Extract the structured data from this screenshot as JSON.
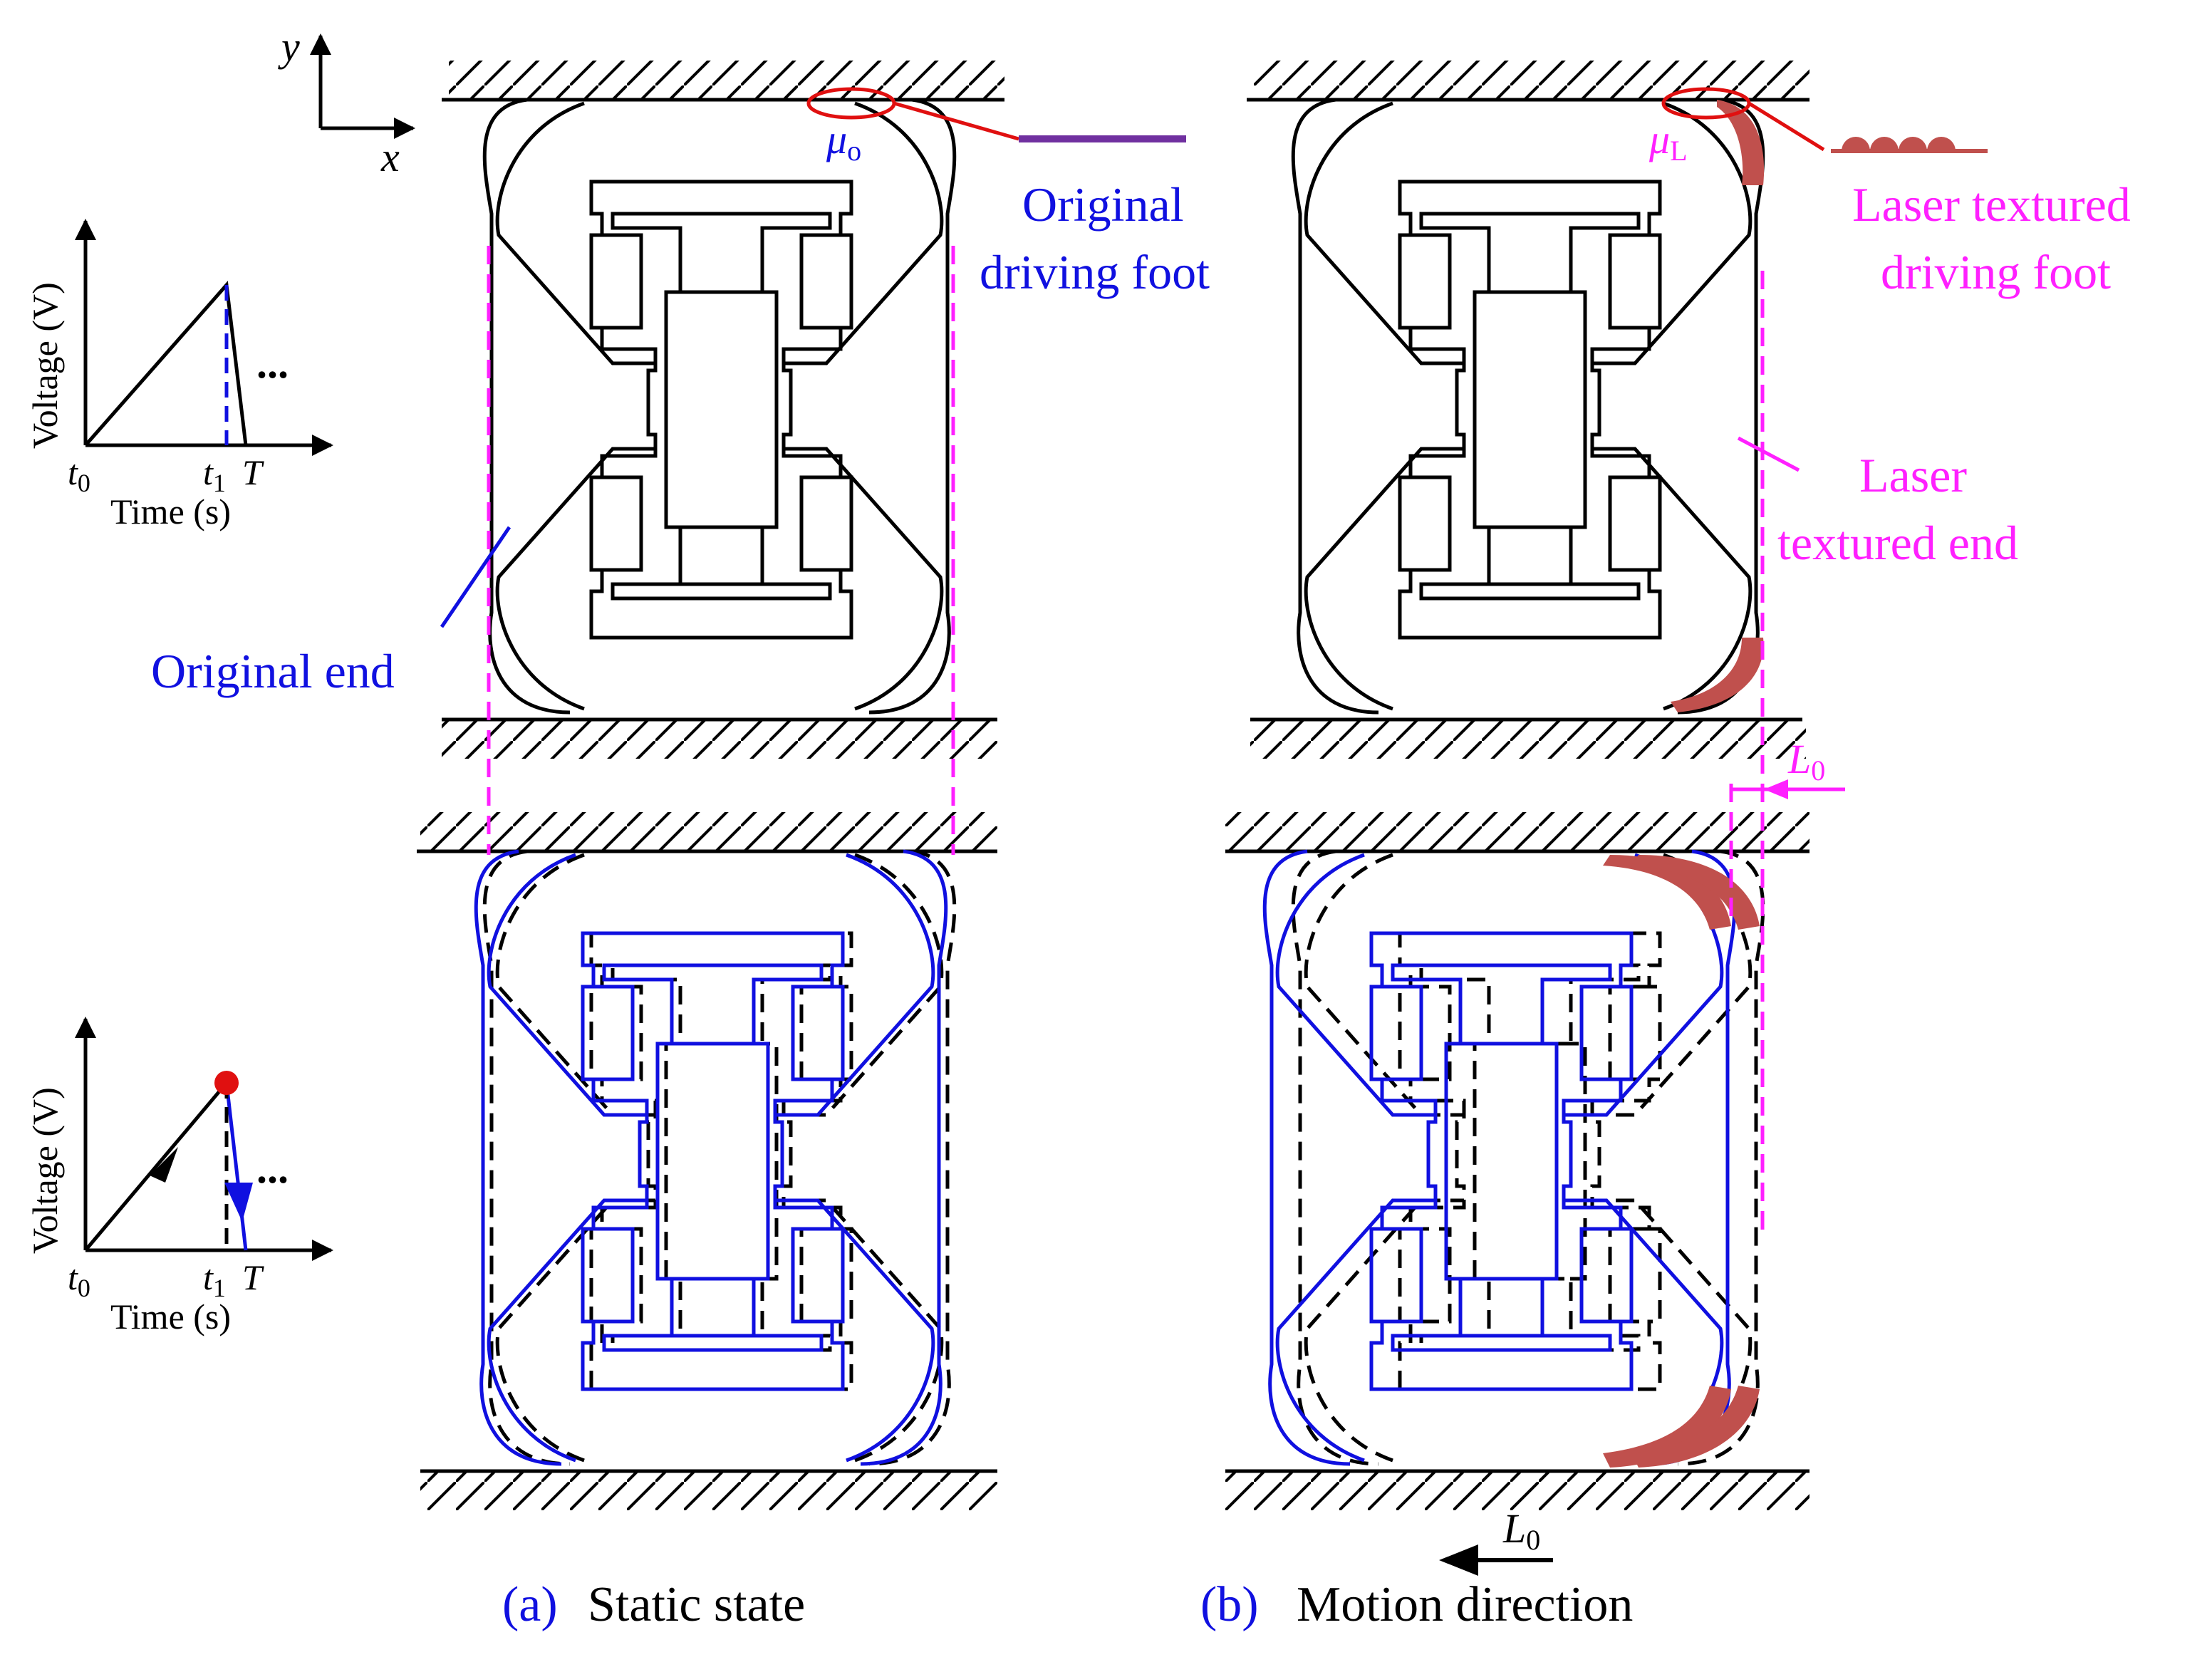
{
  "colors": {
    "black": "#000000",
    "blue": "#1010e0",
    "magenta": "#ff20ff",
    "red": "#e01010",
    "purple": "#7030a0",
    "brick": "#c0504d"
  },
  "axes": {
    "x": "x",
    "y": "y"
  },
  "graph_top": {
    "ylabel": "Voltage (V)",
    "xlabel": "Time (s)",
    "t0": "t",
    "t0_sub": "0",
    "t1": "t",
    "t1_sub": "1",
    "T": "T",
    "dots": "..."
  },
  "graph_bottom": {
    "ylabel": "Voltage (V)",
    "xlabel": "Time (s)",
    "t0": "t",
    "t0_sub": "0",
    "t1": "t",
    "t1_sub": "1",
    "T": "T",
    "dots": "..."
  },
  "panel_a": {
    "mu": "μ",
    "mu_sub": "o",
    "foot_label_1": "Original",
    "foot_label_2": "driving foot",
    "end_label": "Original end",
    "caption_tag": "(a)",
    "caption_text": "Static state"
  },
  "panel_b": {
    "mu": "μ",
    "mu_sub": "L",
    "foot_label_1": "Laser textured",
    "foot_label_2": "driving foot",
    "end_label_1": "Laser",
    "end_label_2": "textured end",
    "L0": "L",
    "L0_sub": "0",
    "L0_bottom": "L",
    "L0_bottom_sub": "0",
    "caption_tag": "(b)",
    "caption_text": "Motion direction"
  }
}
